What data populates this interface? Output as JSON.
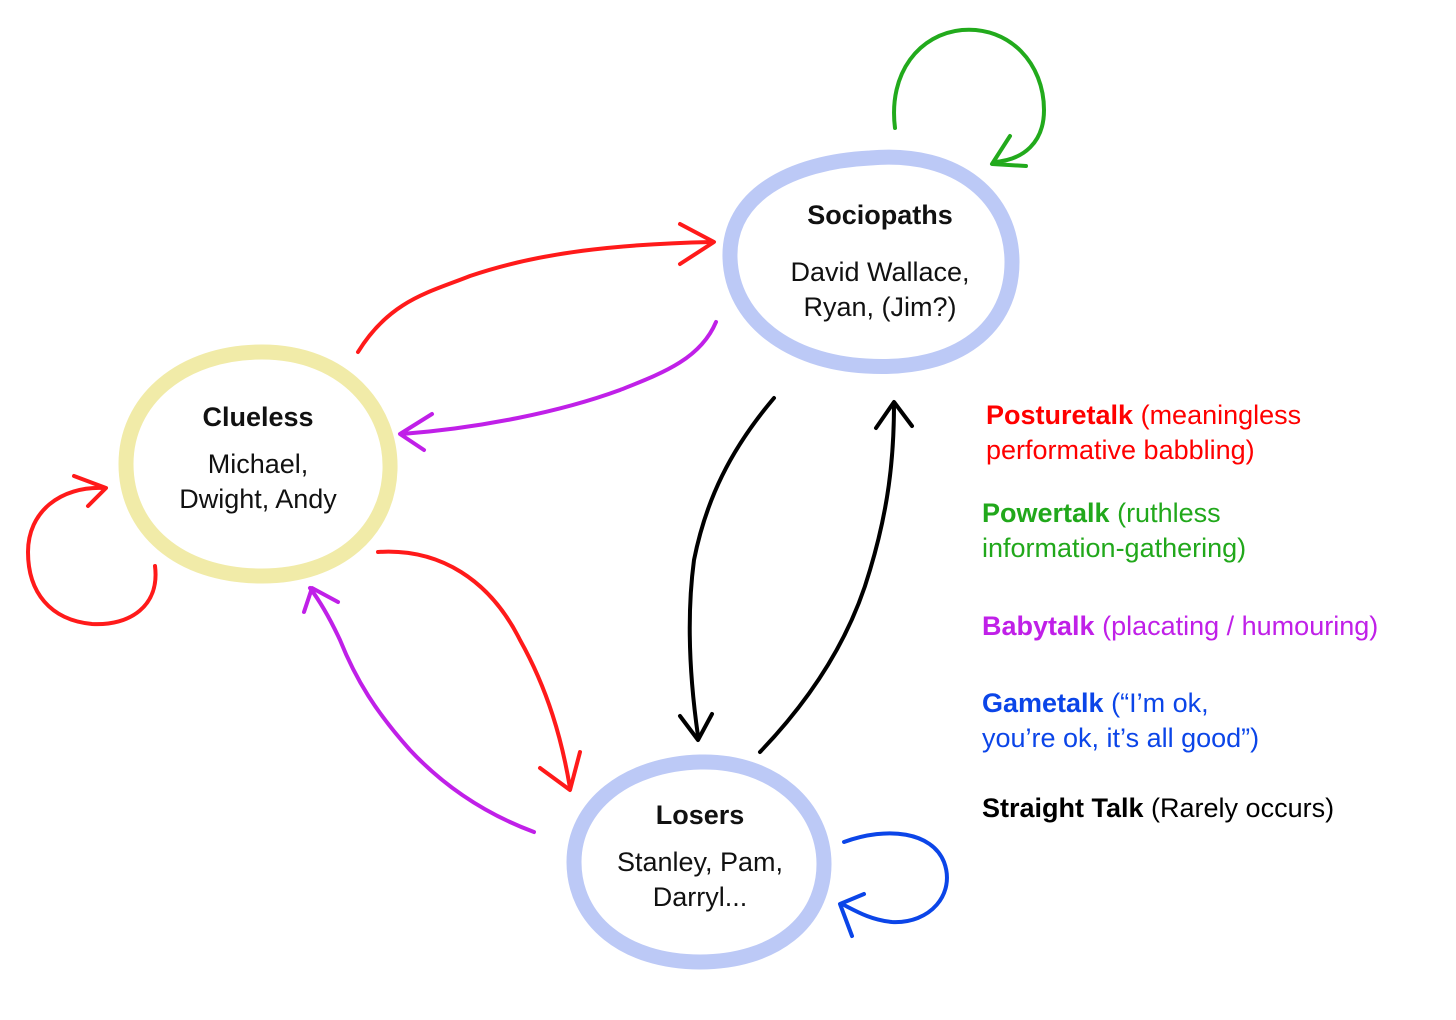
{
  "nodes": {
    "sociopaths": {
      "title": "Sociopaths",
      "members": [
        "David Wallace,",
        "Ryan, (Jim?)"
      ]
    },
    "clueless": {
      "title": "Clueless",
      "members": [
        "Michael,",
        "Dwight, Andy"
      ]
    },
    "losers": {
      "title": "Losers",
      "members": [
        "Stanley, Pam,",
        "Darryl..."
      ]
    }
  },
  "legend": [
    {
      "name": "Posturetalk",
      "desc_lines": [
        "(meaningless",
        "performative babbling)"
      ],
      "color": "#ff0000"
    },
    {
      "name": "Powertalk",
      "desc_lines": [
        "(ruthless",
        "information-gathering)"
      ],
      "color": "#21a81b"
    },
    {
      "name": "Babytalk",
      "desc_lines": [
        "(placating / humouring)"
      ],
      "color": "#c020e8"
    },
    {
      "name": "Gametalk",
      "desc_lines": [
        "(“I’m ok,",
        "you’re ok, it’s all good”)"
      ],
      "color": "#0b45e8"
    },
    {
      "name": "Straight Talk",
      "desc_lines": [
        "(Rarely occurs)"
      ],
      "color": "#000000"
    }
  ],
  "colors": {
    "node_outline_blue": "#bcc9f6",
    "node_outline_yellow": "#f1eba8"
  }
}
